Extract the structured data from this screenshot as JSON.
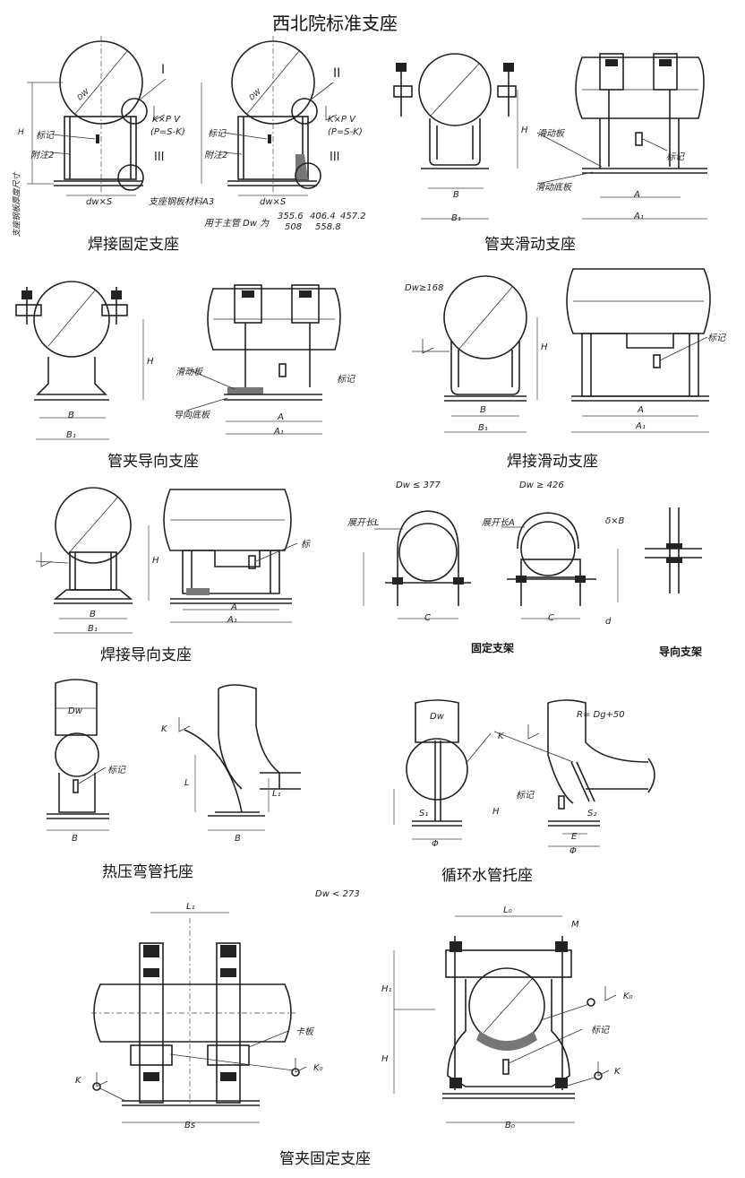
{
  "title": "西北院标准支座",
  "captions": {
    "weld_fixed": "焊接固定支座",
    "clamp_sliding": "管夹滑动支座",
    "clamp_guide": "管夹导向支座",
    "weld_sliding": "焊接滑动支座",
    "weld_guide": "焊接导向支座",
    "fixed_bracket": "固定支架",
    "guide_bracket": "导向支架",
    "hot_elbow_shoe": "热压弯管托座",
    "circ_water_shoe": "循环水管托座",
    "clamp_fixed": "管夹固定支座"
  },
  "labels": {
    "roman_1": "I",
    "roman_2": "II",
    "roman_3": "III",
    "mark": "标记",
    "mark_alt": "标",
    "note2": "附注2",
    "support_plate": "支座钢板材料A3",
    "sliding_plate": "滑动板",
    "sliding_base": "滑动底板",
    "guide_base": "导向底板",
    "card_plate": "卡板",
    "unfold_L": "展开长L",
    "unfold_A": "展开长A",
    "dw_le_377": "Dw ≤ 377",
    "dw_ge_426": "Dw ≥ 426",
    "dw_ge_168": "Dw≥168",
    "dw_lt_273": "Dw < 273",
    "main_pipe_dw": "用于主管 Dw 为",
    "dw_val_1": "355.6",
    "dw_val_2": "406.4",
    "dw_val_3": "457.2",
    "dw_val_4": "508",
    "dw_val_5": "558.8",
    "left_side_note": "支座钢板厚度尺寸",
    "kxp": "K×P V",
    "p_formula": "(P=S-K)",
    "dwxs": "dw×S",
    "R_dg": "R= Dg+50",
    "dim_B": "B",
    "dim_B1": "B₁",
    "dim_A": "A",
    "dim_A1": "A₁",
    "dim_H": "H",
    "dim_H1": "H₁",
    "dim_C": "C",
    "dim_L": "L",
    "dim_L1": "L₁",
    "dim_L0": "L₀",
    "dim_Bs": "Bs",
    "dim_B0": "B₀",
    "dim_M": "M",
    "dim_E": "E",
    "dim_phi": "Φ",
    "dim_d": "d",
    "dim_K": "K",
    "dim_K0": "K₀",
    "dim_Dw": "Dw",
    "dim_S1": "S₁",
    "dim_S2": "S₂",
    "dim_delta": "δ",
    "dim_deltaxB": "δ×B"
  }
}
